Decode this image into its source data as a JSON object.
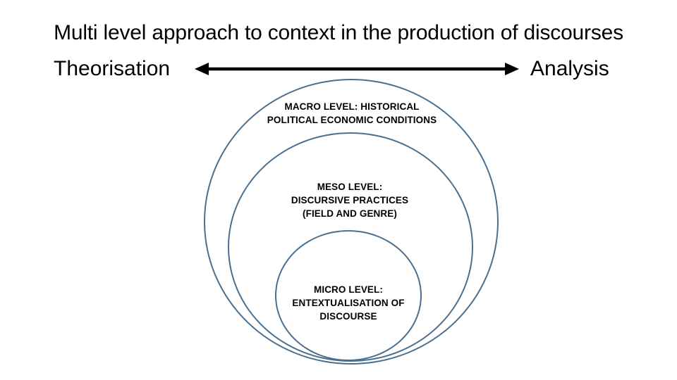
{
  "slide": {
    "title": "Multi level approach to context in the production of discourses",
    "background_color": "#ffffff",
    "text_color": "#000000",
    "circle_stroke_color": "#4a6f8f",
    "arrow_color": "#000000"
  },
  "axis": {
    "left_label": "Theorisation",
    "right_label": "Analysis",
    "arrow_style": "double-headed",
    "arrow_direction": "bidirectional-horizontal"
  },
  "diagram": {
    "type": "nested-circles",
    "description": "Three nested circles representing levels of context, tangent near the bottom",
    "levels": [
      {
        "key": "macro",
        "ring": "outer",
        "lines": [
          "MACRO LEVEL: HISTORICAL",
          "POLITICAL ECONOMIC CONDITIONS"
        ]
      },
      {
        "key": "meso",
        "ring": "middle",
        "lines": [
          "MESO LEVEL:",
          "DISCURSIVE PRACTICES",
          "(FIELD AND GENRE)"
        ]
      },
      {
        "key": "micro",
        "ring": "inner",
        "lines": [
          "MICRO LEVEL:",
          "ENTEXTUALISATION OF",
          "DISCOURSE"
        ]
      }
    ]
  }
}
